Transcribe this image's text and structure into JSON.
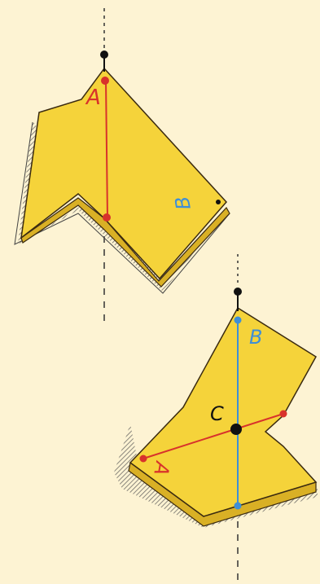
{
  "colors": {
    "background": "#fdf3d3",
    "plate": "#f5d33a",
    "plate_side": "#d9b025",
    "outline": "#3a2a10",
    "shadow": "#6b6b6b",
    "red": "#d8322b",
    "blue": "#3f8fd6",
    "pin": "#111111"
  },
  "top_figure": {
    "label_a": "A",
    "label_b": "B"
  },
  "bottom_figure": {
    "label_a": "A",
    "label_b": "B",
    "label_c": "C"
  }
}
